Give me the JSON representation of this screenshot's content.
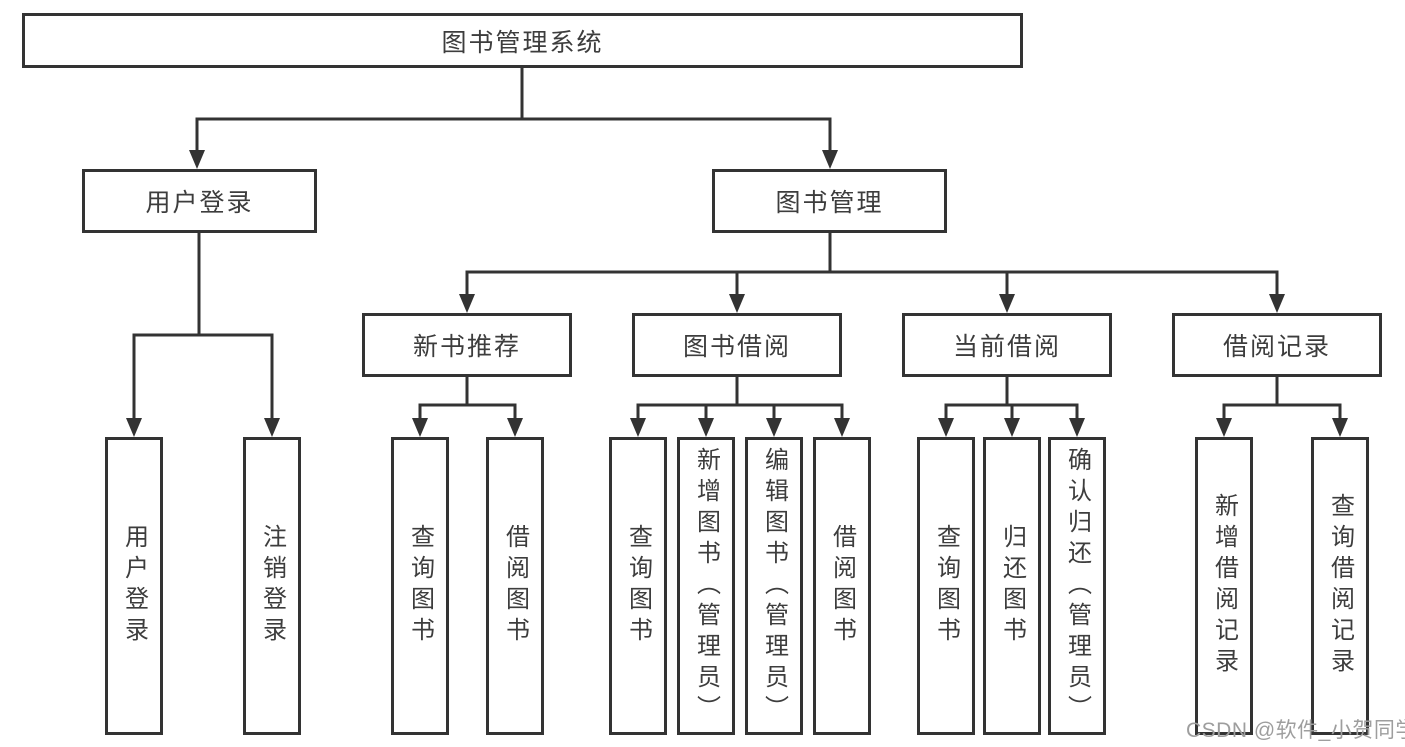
{
  "colors": {
    "line": "#333333",
    "text": "#3d3d3d",
    "watermark": "#9e9e9e",
    "background": "#ffffff"
  },
  "watermark": {
    "text": "CSDN @软件_小贺同学"
  },
  "tree": {
    "label": "图书管理系统",
    "children": [
      {
        "label": "用户登录",
        "children": [
          {
            "label": "用户登录"
          },
          {
            "label": "注销登录"
          }
        ]
      },
      {
        "label": "图书管理",
        "children": [
          {
            "label": "新书推荐",
            "children": [
              {
                "label": "查询图书"
              },
              {
                "label": "借阅图书"
              }
            ]
          },
          {
            "label": "图书借阅",
            "children": [
              {
                "label": "查询图书"
              },
              {
                "label": "新增图书（管理员）"
              },
              {
                "label": "编辑图书（管理员）"
              },
              {
                "label": "借阅图书"
              }
            ]
          },
          {
            "label": "当前借阅",
            "children": [
              {
                "label": "查询图书"
              },
              {
                "label": "归还图书"
              },
              {
                "label": "确认归还（管理员）"
              }
            ]
          },
          {
            "label": "借阅记录",
            "children": [
              {
                "label": "新增借阅记录"
              },
              {
                "label": "查询借阅记录"
              }
            ]
          }
        ]
      }
    ]
  }
}
